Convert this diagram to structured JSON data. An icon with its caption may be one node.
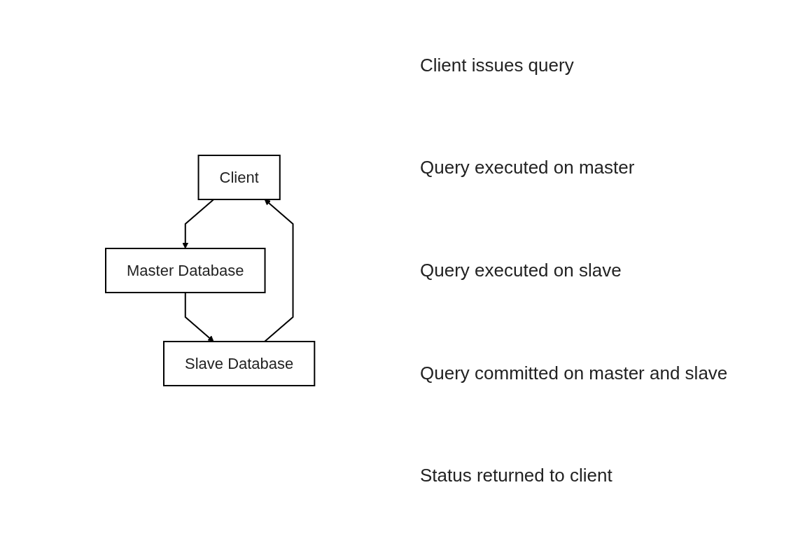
{
  "diagram": {
    "nodes": [
      {
        "text": [
          "Client"
        ]
      },
      {
        "text": [
          "Master Database"
        ]
      },
      {
        "text": [
          "Slave Database"
        ]
      }
    ],
    "edges": [
      {
        "from": 0,
        "to": 1,
        "arrow": "to"
      },
      {
        "from": 1,
        "to": 2,
        "arrow": "to"
      },
      {
        "from": 2,
        "to": 0,
        "arrow": "to"
      }
    ],
    "labels": [
      "Client issues query",
      "Query executed on master",
      "Query executed on slave",
      "Query committed on master and slave",
      "Status returned to client"
    ]
  }
}
